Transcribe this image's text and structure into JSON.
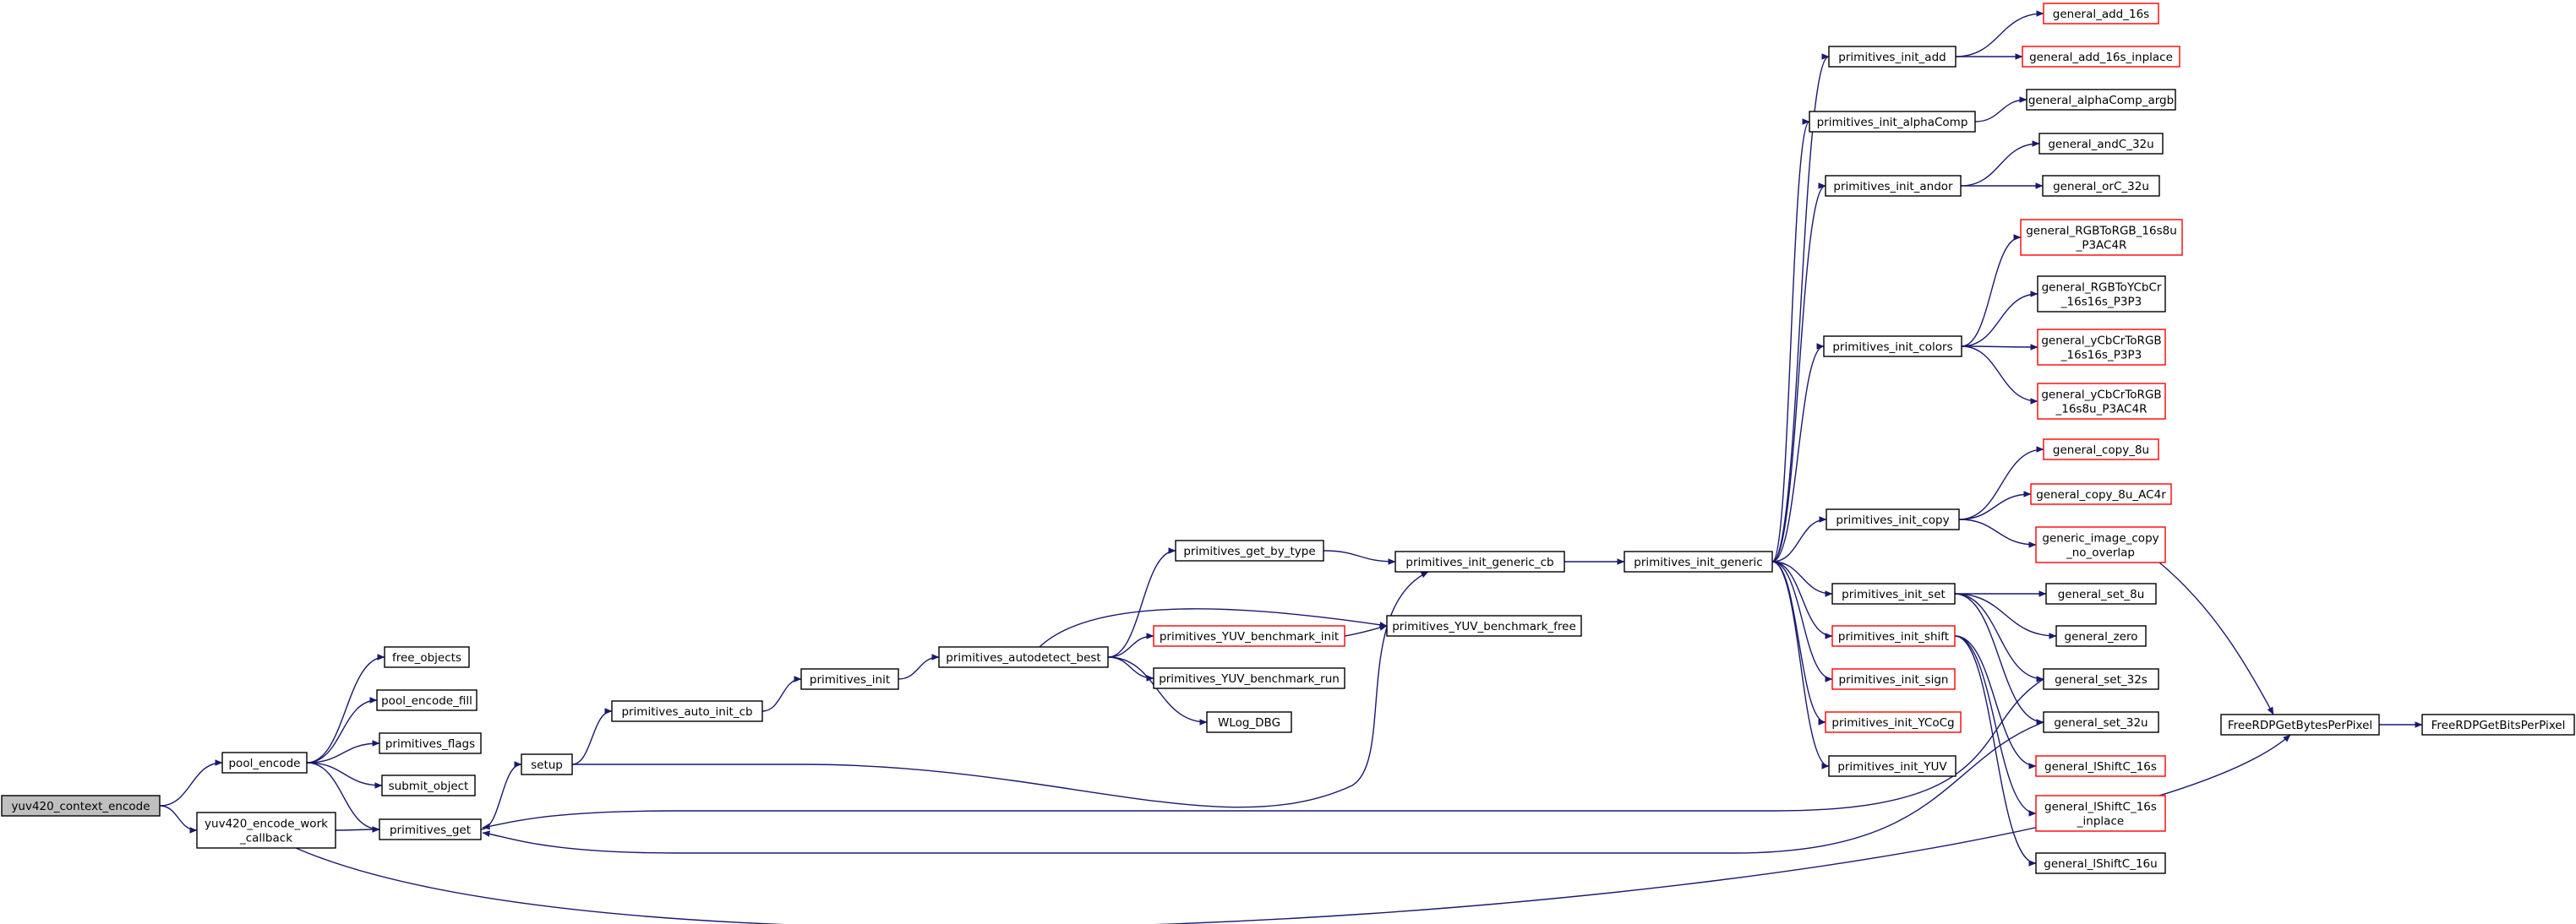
{
  "colors": {
    "edge": "#191970",
    "node_border": "#000000",
    "node_border_incomplete": "#ff0000",
    "node_fill": "#ffffff",
    "node_fill_root": "#bfbfbf"
  },
  "nodes": [
    {
      "id": "yuv420_context_encode",
      "lines": [
        "yuv420_context_encode"
      ],
      "style": "root"
    },
    {
      "id": "pool_encode",
      "lines": [
        "pool_encode"
      ],
      "style": "normal"
    },
    {
      "id": "yuv420_encode_work_callback",
      "lines": [
        "yuv420_encode_work",
        "_callback"
      ],
      "style": "normal"
    },
    {
      "id": "free_objects",
      "lines": [
        "free_objects"
      ],
      "style": "normal"
    },
    {
      "id": "pool_encode_fill",
      "lines": [
        "pool_encode_fill"
      ],
      "style": "normal"
    },
    {
      "id": "primitives_flags",
      "lines": [
        "primitives_flags"
      ],
      "style": "normal"
    },
    {
      "id": "submit_object",
      "lines": [
        "submit_object"
      ],
      "style": "normal"
    },
    {
      "id": "primitives_get",
      "lines": [
        "primitives_get"
      ],
      "style": "normal"
    },
    {
      "id": "setup",
      "lines": [
        "setup"
      ],
      "style": "normal"
    },
    {
      "id": "primitives_auto_init_cb",
      "lines": [
        "primitives_auto_init_cb"
      ],
      "style": "normal"
    },
    {
      "id": "primitives_init",
      "lines": [
        "primitives_init"
      ],
      "style": "normal"
    },
    {
      "id": "primitives_autodetect_best",
      "lines": [
        "primitives_autodetect_best"
      ],
      "style": "normal"
    },
    {
      "id": "primitives_get_by_type",
      "lines": [
        "primitives_get_by_type"
      ],
      "style": "normal"
    },
    {
      "id": "primitives_YUV_benchmark_init",
      "lines": [
        "primitives_YUV_benchmark_init"
      ],
      "style": "red"
    },
    {
      "id": "primitives_YUV_benchmark_run",
      "lines": [
        "primitives_YUV_benchmark_run"
      ],
      "style": "normal"
    },
    {
      "id": "WLog_DBG",
      "lines": [
        "WLog_DBG"
      ],
      "style": "normal"
    },
    {
      "id": "primitives_init_generic_cb",
      "lines": [
        "primitives_init_generic_cb"
      ],
      "style": "normal"
    },
    {
      "id": "primitives_YUV_benchmark_free",
      "lines": [
        "primitives_YUV_benchmark_free"
      ],
      "style": "normal"
    },
    {
      "id": "primitives_init_generic",
      "lines": [
        "primitives_init_generic"
      ],
      "style": "normal"
    },
    {
      "id": "primitives_init_add",
      "lines": [
        "primitives_init_add"
      ],
      "style": "normal"
    },
    {
      "id": "primitives_init_alphaComp",
      "lines": [
        "primitives_init_alphaComp"
      ],
      "style": "normal"
    },
    {
      "id": "primitives_init_andor",
      "lines": [
        "primitives_init_andor"
      ],
      "style": "normal"
    },
    {
      "id": "primitives_init_colors",
      "lines": [
        "primitives_init_colors"
      ],
      "style": "normal"
    },
    {
      "id": "primitives_init_copy",
      "lines": [
        "primitives_init_copy"
      ],
      "style": "normal"
    },
    {
      "id": "primitives_init_set",
      "lines": [
        "primitives_init_set"
      ],
      "style": "normal"
    },
    {
      "id": "primitives_init_shift",
      "lines": [
        "primitives_init_shift"
      ],
      "style": "red"
    },
    {
      "id": "primitives_init_sign",
      "lines": [
        "primitives_init_sign"
      ],
      "style": "red"
    },
    {
      "id": "primitives_init_YCoCg",
      "lines": [
        "primitives_init_YCoCg"
      ],
      "style": "red"
    },
    {
      "id": "primitives_init_YUV",
      "lines": [
        "primitives_init_YUV"
      ],
      "style": "normal"
    },
    {
      "id": "general_add_16s",
      "lines": [
        "general_add_16s"
      ],
      "style": "red"
    },
    {
      "id": "general_add_16s_inplace",
      "lines": [
        "general_add_16s_inplace"
      ],
      "style": "red"
    },
    {
      "id": "general_alphaComp_argb",
      "lines": [
        "general_alphaComp_argb"
      ],
      "style": "normal"
    },
    {
      "id": "general_andC_32u",
      "lines": [
        "general_andC_32u"
      ],
      "style": "normal"
    },
    {
      "id": "general_orC_32u",
      "lines": [
        "general_orC_32u"
      ],
      "style": "normal"
    },
    {
      "id": "general_RGBToRGB_16s8u_P3AC4R",
      "lines": [
        "general_RGBToRGB_16s8u",
        "_P3AC4R"
      ],
      "style": "red"
    },
    {
      "id": "general_RGBToYCbCr_16s16s_P3P3",
      "lines": [
        "general_RGBToYCbCr",
        "_16s16s_P3P3"
      ],
      "style": "normal"
    },
    {
      "id": "general_yCbCrToRGB_16s16s_P3P3",
      "lines": [
        "general_yCbCrToRGB",
        "_16s16s_P3P3"
      ],
      "style": "red"
    },
    {
      "id": "general_yCbCrToRGB_16s8u_P3AC4R",
      "lines": [
        "general_yCbCrToRGB",
        "_16s8u_P3AC4R"
      ],
      "style": "red"
    },
    {
      "id": "general_copy_8u",
      "lines": [
        "general_copy_8u"
      ],
      "style": "red"
    },
    {
      "id": "general_copy_8u_AC4r",
      "lines": [
        "general_copy_8u_AC4r"
      ],
      "style": "red"
    },
    {
      "id": "generic_image_copy_no_overlap",
      "lines": [
        "generic_image_copy",
        "_no_overlap"
      ],
      "style": "red"
    },
    {
      "id": "general_set_8u",
      "lines": [
        "general_set_8u"
      ],
      "style": "normal"
    },
    {
      "id": "general_zero",
      "lines": [
        "general_zero"
      ],
      "style": "normal"
    },
    {
      "id": "general_set_32s",
      "lines": [
        "general_set_32s"
      ],
      "style": "normal"
    },
    {
      "id": "general_set_32u",
      "lines": [
        "general_set_32u"
      ],
      "style": "normal"
    },
    {
      "id": "general_lShiftC_16s",
      "lines": [
        "general_lShiftC_16s"
      ],
      "style": "red"
    },
    {
      "id": "general_lShiftC_16s_inplace",
      "lines": [
        "general_lShiftC_16s",
        "_inplace"
      ],
      "style": "red"
    },
    {
      "id": "general_lShiftC_16u",
      "lines": [
        "general_lShiftC_16u"
      ],
      "style": "normal"
    },
    {
      "id": "FreeRDPGetBytesPerPixel",
      "lines": [
        "FreeRDPGetBytesPerPixel"
      ],
      "style": "normal"
    },
    {
      "id": "FreeRDPGetBitsPerPixel",
      "lines": [
        "FreeRDPGetBitsPerPixel"
      ],
      "style": "normal"
    }
  ],
  "edges": [
    [
      "yuv420_context_encode",
      "pool_encode"
    ],
    [
      "yuv420_context_encode",
      "yuv420_encode_work_callback"
    ],
    [
      "pool_encode",
      "free_objects"
    ],
    [
      "pool_encode",
      "pool_encode_fill"
    ],
    [
      "pool_encode",
      "primitives_flags"
    ],
    [
      "pool_encode",
      "submit_object"
    ],
    [
      "pool_encode",
      "primitives_get"
    ],
    [
      "yuv420_encode_work_callback",
      "primitives_get"
    ],
    [
      "yuv420_encode_work_callback",
      "FreeRDPGetBytesPerPixel"
    ],
    [
      "primitives_get",
      "setup"
    ],
    [
      "setup",
      "primitives_auto_init_cb"
    ],
    [
      "setup",
      "primitives_init_generic_cb"
    ],
    [
      "primitives_auto_init_cb",
      "primitives_init"
    ],
    [
      "primitives_init",
      "primitives_autodetect_best"
    ],
    [
      "primitives_autodetect_best",
      "primitives_get_by_type"
    ],
    [
      "primitives_autodetect_best",
      "primitives_YUV_benchmark_free"
    ],
    [
      "primitives_autodetect_best",
      "primitives_YUV_benchmark_init"
    ],
    [
      "primitives_autodetect_best",
      "primitives_YUV_benchmark_run"
    ],
    [
      "primitives_autodetect_best",
      "WLog_DBG"
    ],
    [
      "primitives_YUV_benchmark_init",
      "primitives_YUV_benchmark_free"
    ],
    [
      "primitives_get_by_type",
      "primitives_init_generic_cb"
    ],
    [
      "primitives_init_generic_cb",
      "primitives_init_generic"
    ],
    [
      "primitives_init_generic",
      "primitives_init_add"
    ],
    [
      "primitives_init_generic",
      "primitives_init_alphaComp"
    ],
    [
      "primitives_init_generic",
      "primitives_init_andor"
    ],
    [
      "primitives_init_generic",
      "primitives_init_colors"
    ],
    [
      "primitives_init_generic",
      "primitives_init_copy"
    ],
    [
      "primitives_init_generic",
      "primitives_init_set"
    ],
    [
      "primitives_init_generic",
      "primitives_init_shift"
    ],
    [
      "primitives_init_generic",
      "primitives_init_sign"
    ],
    [
      "primitives_init_generic",
      "primitives_init_YCoCg"
    ],
    [
      "primitives_init_generic",
      "primitives_init_YUV"
    ],
    [
      "primitives_init_add",
      "general_add_16s"
    ],
    [
      "primitives_init_add",
      "general_add_16s_inplace"
    ],
    [
      "primitives_init_alphaComp",
      "general_alphaComp_argb"
    ],
    [
      "primitives_init_andor",
      "general_andC_32u"
    ],
    [
      "primitives_init_andor",
      "general_orC_32u"
    ],
    [
      "primitives_init_colors",
      "general_RGBToRGB_16s8u_P3AC4R"
    ],
    [
      "primitives_init_colors",
      "general_RGBToYCbCr_16s16s_P3P3"
    ],
    [
      "primitives_init_colors",
      "general_yCbCrToRGB_16s16s_P3P3"
    ],
    [
      "primitives_init_colors",
      "general_yCbCrToRGB_16s8u_P3AC4R"
    ],
    [
      "primitives_init_copy",
      "general_copy_8u"
    ],
    [
      "primitives_init_copy",
      "general_copy_8u_AC4r"
    ],
    [
      "primitives_init_copy",
      "generic_image_copy_no_overlap"
    ],
    [
      "primitives_init_set",
      "general_set_8u"
    ],
    [
      "primitives_init_set",
      "general_zero"
    ],
    [
      "primitives_init_set",
      "general_set_32s"
    ],
    [
      "primitives_init_set",
      "general_set_32u"
    ],
    [
      "primitives_init_shift",
      "general_lShiftC_16s"
    ],
    [
      "primitives_init_shift",
      "general_lShiftC_16s_inplace"
    ],
    [
      "primitives_init_shift",
      "general_lShiftC_16u"
    ],
    [
      "general_set_32s",
      "primitives_get"
    ],
    [
      "general_set_32u",
      "primitives_get"
    ],
    [
      "generic_image_copy_no_overlap",
      "FreeRDPGetBytesPerPixel"
    ],
    [
      "FreeRDPGetBytesPerPixel",
      "FreeRDPGetBitsPerPixel"
    ]
  ]
}
